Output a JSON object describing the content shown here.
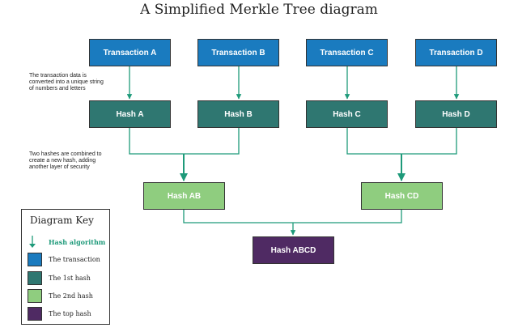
{
  "title": "A Simplified Merkle Tree diagram",
  "transactions": [
    "Transaction A",
    "Transaction B",
    "Transaction C",
    "Transaction D"
  ],
  "hashes_level1": [
    "Hash A",
    "Hash B",
    "Hash C",
    "Hash D"
  ],
  "hashes_level2": [
    "Hash AB",
    "Hash CD"
  ],
  "top_hash": "Hash ABCD",
  "notes": {
    "transaction_note": "The transaction data is converted into a unique string of numbers and letters",
    "combine_note": "Two hashes are combined to create a new hash, adding another layer of security"
  },
  "key": {
    "title": "Diagram Key",
    "arrow_label": "Hash algorithm",
    "transaction": "The transaction",
    "first_hash": "The 1st hash",
    "second_hash": "The 2nd hash",
    "top_hash": "The top hash"
  },
  "colors": {
    "transaction": "#1a7bbf",
    "first_hash": "#2f7771",
    "second_hash": "#8fcd7f",
    "top_hash": "#4f2a63",
    "arrow": "#1e9a7a"
  }
}
